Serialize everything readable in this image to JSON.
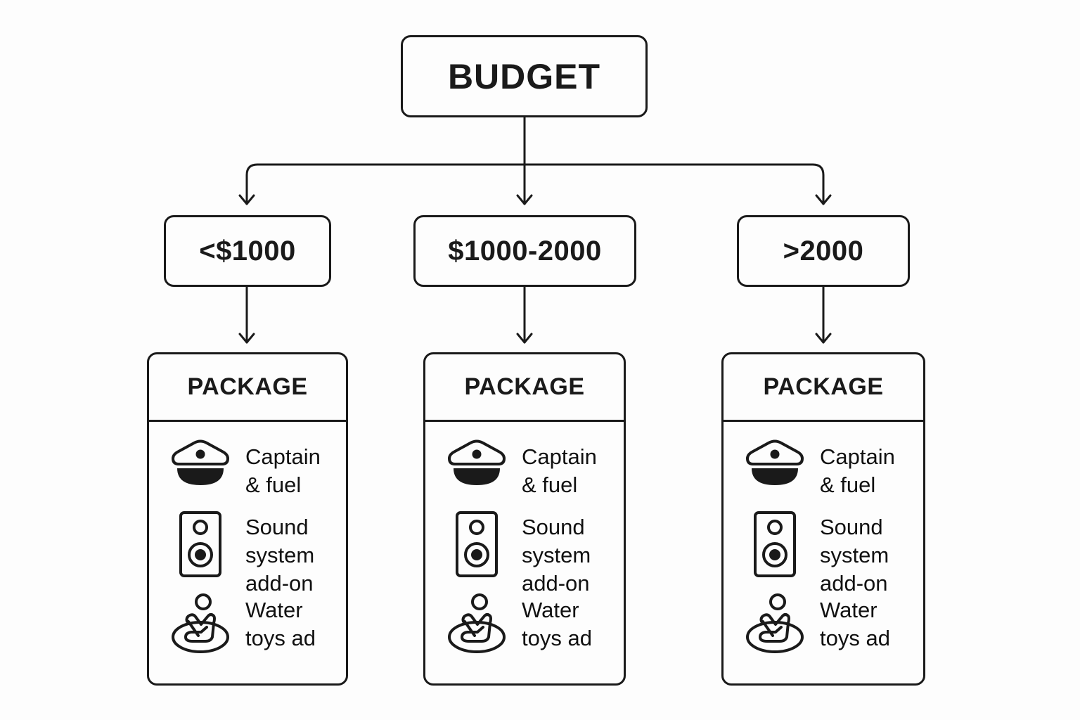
{
  "diagram": {
    "title": "Budget to package decision tree",
    "root": {
      "label": "BUDGET"
    },
    "tiers": [
      {
        "label": "<$1000"
      },
      {
        "label": "$1000-2000"
      },
      {
        "label": ">2000"
      }
    ],
    "packages": [
      {
        "header": "PACKAGE",
        "items": [
          {
            "icon": "captain-hat-icon",
            "label": "Captain\n& fuel"
          },
          {
            "icon": "speaker-icon",
            "label": "Sound\nsystem\nadd-on"
          },
          {
            "icon": "water-toys-icon",
            "label": "Water\ntoys ad"
          }
        ]
      },
      {
        "header": "PACKAGE",
        "items": [
          {
            "icon": "captain-hat-icon",
            "label": "Captain\n& fuel"
          },
          {
            "icon": "speaker-icon",
            "label": "Sound\nsystem\nadd-on"
          },
          {
            "icon": "water-toys-icon",
            "label": "Water\ntoys ad"
          }
        ]
      },
      {
        "header": "PACKAGE",
        "items": [
          {
            "icon": "captain-hat-icon",
            "label": "Captain\n& fuel"
          },
          {
            "icon": "speaker-icon",
            "label": "Sound\nsystem\nadd-on"
          },
          {
            "icon": "water-toys-icon",
            "label": "Water\ntoys ad"
          }
        ]
      }
    ],
    "colors": {
      "stroke": "#1a1a1a",
      "background": "#fdfdfd"
    }
  }
}
